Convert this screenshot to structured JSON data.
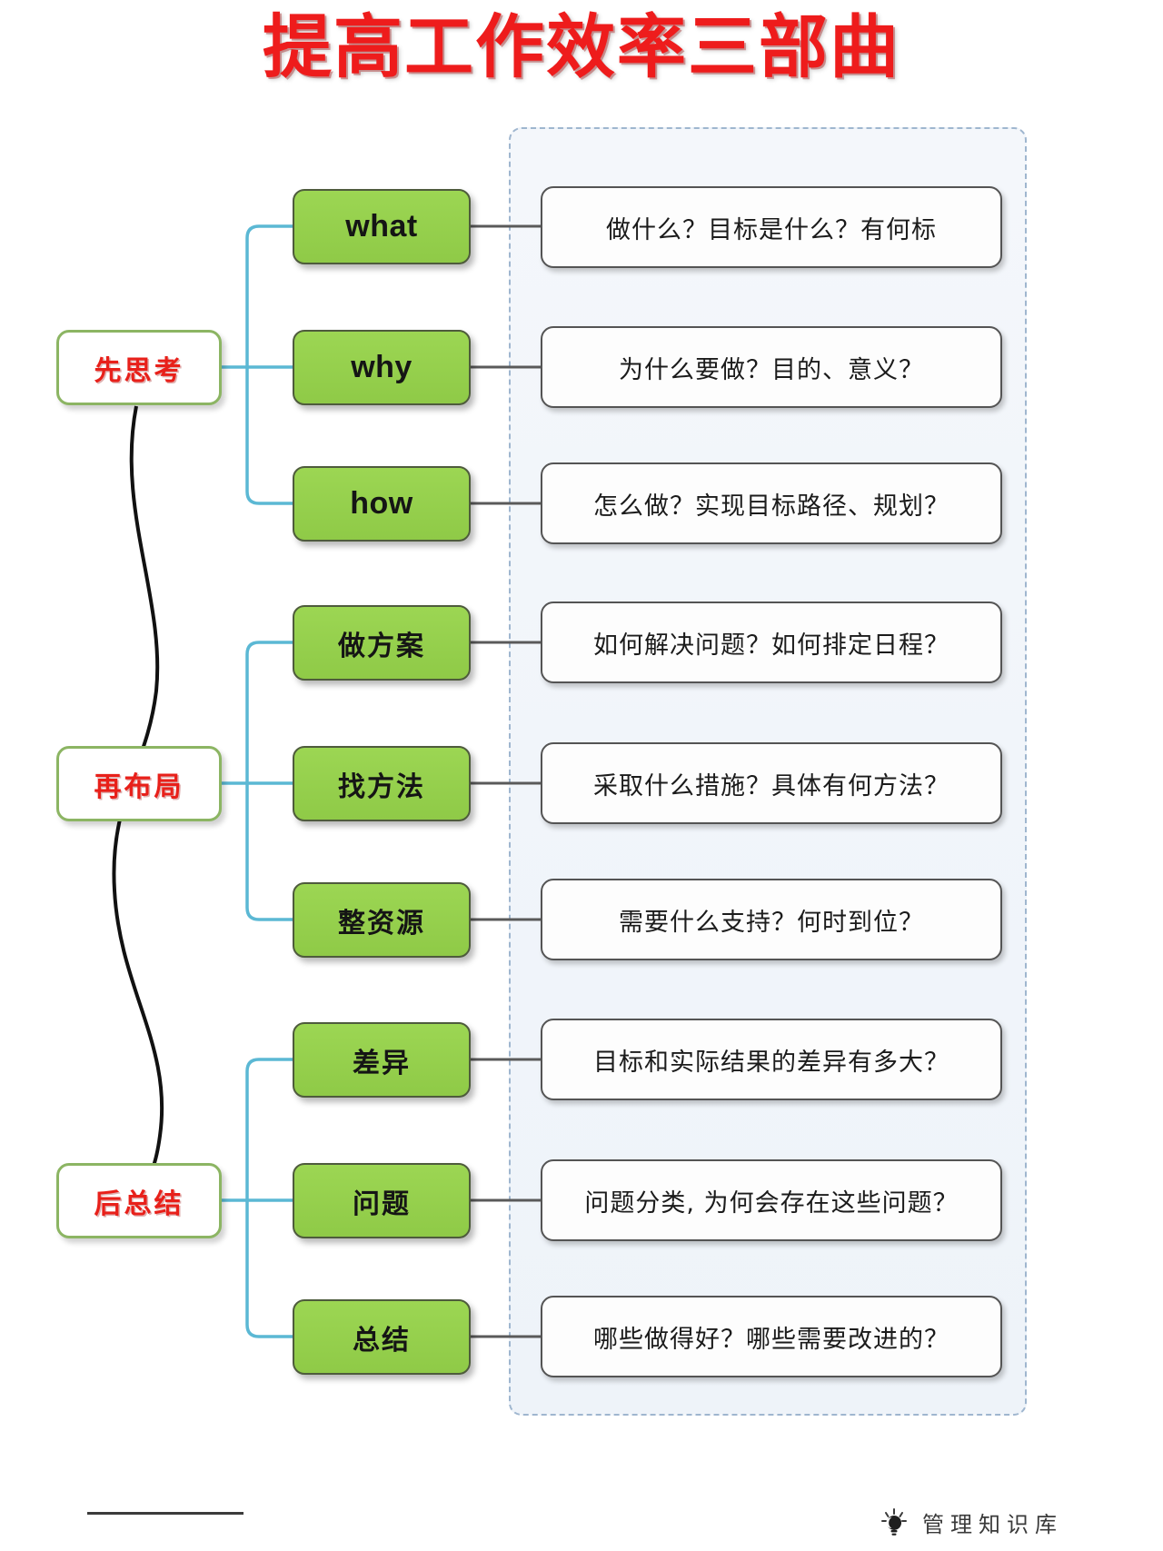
{
  "page": {
    "title": "提高工作效率三部曲",
    "title_color": "#ee1c1c",
    "background": "#ffffff"
  },
  "colors": {
    "title_red": "#ee1c1c",
    "stage_label_red": "#e8201a",
    "stage_border_green": "#8cb563",
    "node_green_fill": "#92d050",
    "node_border_dark": "#4e5b3c",
    "detail_border": "#545454",
    "panel_dashed_border": "#9fb6cf",
    "panel_fill": "#f1f5fa",
    "connector_blue": "#5bb8d4",
    "connector_gray": "#5a5a5a",
    "spine_black": "#111111"
  },
  "stages": [
    {
      "label": "先思考"
    },
    {
      "label": "再布局"
    },
    {
      "label": "后总结"
    }
  ],
  "rows": [
    {
      "key": "what",
      "node": "what",
      "node_script": "latin",
      "detail": "做什么？目标是什么？有何标"
    },
    {
      "key": "why",
      "node": "why",
      "node_script": "latin",
      "detail": "为什么要做？目的、意义？"
    },
    {
      "key": "how",
      "node": "how",
      "node_script": "latin",
      "detail": "怎么做？实现目标路径、规划？"
    },
    {
      "key": "plan",
      "node": "做方案",
      "node_script": "cjk",
      "detail": "如何解决问题？如何排定日程？"
    },
    {
      "key": "method",
      "node": "找方法",
      "node_script": "cjk",
      "detail": "采取什么措施？具体有何方法？"
    },
    {
      "key": "res",
      "node": "整资源",
      "node_script": "cjk",
      "detail": "需要什么支持？何时到位？"
    },
    {
      "key": "gap",
      "node": "差异",
      "node_script": "cjk",
      "detail": "目标和实际结果的差异有多大？"
    },
    {
      "key": "issue",
      "node": "问题",
      "node_script": "cjk",
      "detail": "问题分类, 为何会存在这些问题？"
    },
    {
      "key": "sum",
      "node": "总结",
      "node_script": "cjk",
      "detail": "哪些做得好？哪些需要改进的？"
    }
  ],
  "footer": {
    "watermark_text": "管理知识库",
    "watermark_icon": "lightbulb-icon"
  }
}
